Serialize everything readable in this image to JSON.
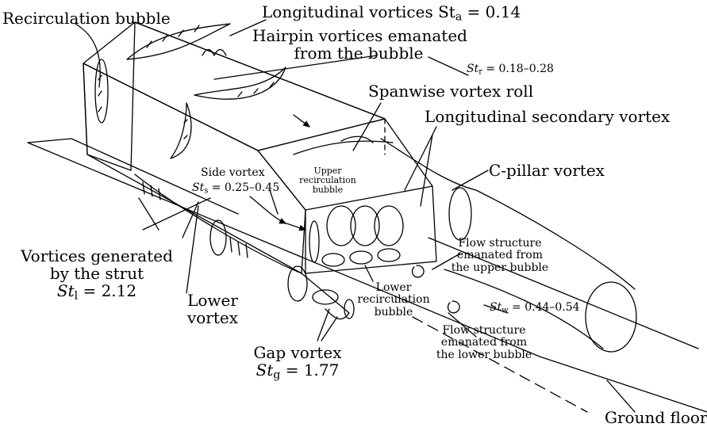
{
  "labels": {
    "recirculation_bubble": "Recirculation bubble",
    "longitudinal_vortices": "Longitudinal vortices St",
    "longitudinal_vortices_sub": "a",
    "longitudinal_vortices_val": " = 0.14",
    "hairpin_line1": "Hairpin vortices emanated",
    "hairpin_line2": "from the bubble",
    "st_r": "St",
    "st_r_sub": "r",
    "st_r_val": " = 0.18–0.28",
    "spanwise_roll": "Spanwise vortex roll",
    "longitudinal_secondary": "Longitudinal secondary vortex",
    "c_pillar": "C-pillar vortex",
    "side_vortex": "Side vortex",
    "st_s": "St",
    "st_s_sub": "s",
    "st_s_val": " = 0.25–0.45",
    "upper_bubble_l1": "Upper",
    "upper_bubble_l2": "recirculation",
    "upper_bubble_l3": "bubble",
    "strut_l1": "Vortices generated",
    "strut_l2": "by the strut",
    "st_l": "St",
    "st_l_sub": "l",
    "st_l_val": " = 2.12",
    "lower_vortex_l1": "Lower",
    "lower_vortex_l2": "vortex",
    "flow_upper_l1": "Flow structure",
    "flow_upper_l2": "emanated from",
    "flow_upper_l3": "the upper bubble",
    "lower_bubble_l1": "Lower",
    "lower_bubble_l2": "recirculation",
    "lower_bubble_l3": "bubble",
    "st_w": "St",
    "st_w_sub": "w",
    "st_w_val": " = 0.44–0.54",
    "flow_lower_l1": "Flow structure",
    "flow_lower_l2": "emanated from",
    "flow_lower_l3": "the lower bubble",
    "gap_vortex": "Gap vortex",
    "st_g": "St",
    "st_g_sub": "g",
    "st_g_val": " = 1.77",
    "ground_floor": "Ground floor"
  }
}
